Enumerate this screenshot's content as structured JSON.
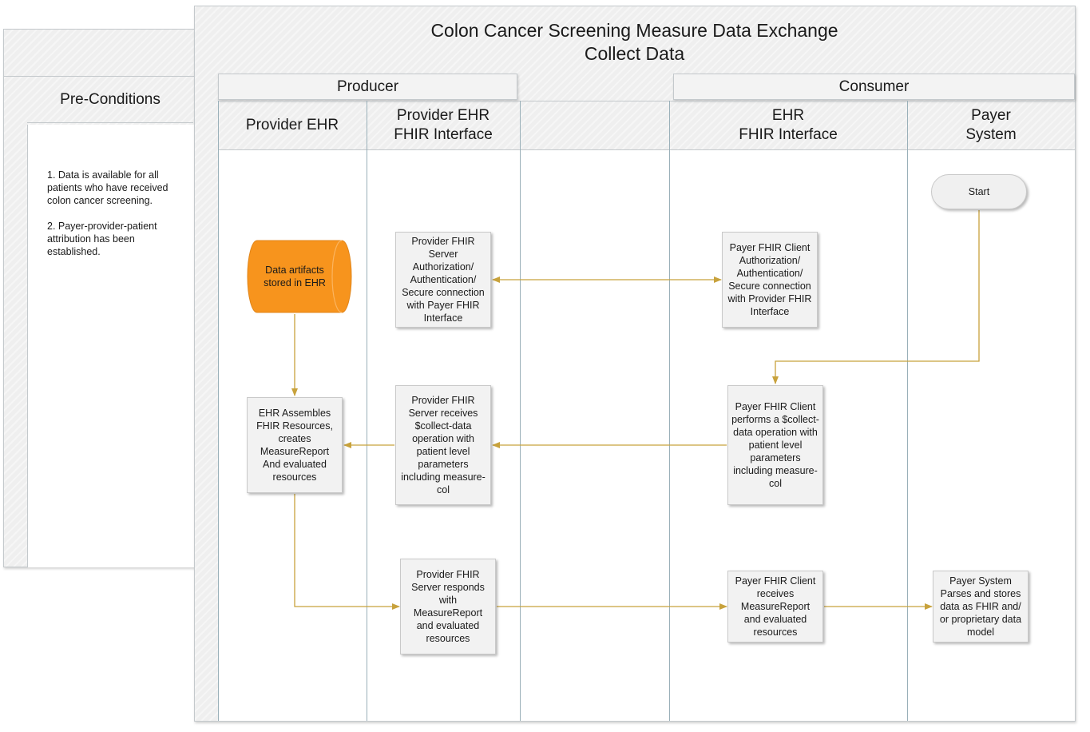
{
  "title_line1": "Colon Cancer Screening Measure Data Exchange",
  "title_line2": "Collect Data",
  "groups": {
    "producer": "Producer",
    "consumer": "Consumer"
  },
  "lanes": {
    "provider_ehr": "Provider EHR",
    "provider_ehr_fhir": "Provider EHR\nFHIR Interface",
    "empty": "",
    "ehr_fhir": "EHR\nFHIR Interface",
    "payer_system": "Payer\nSystem"
  },
  "preconditions": {
    "title": "Pre-Conditions",
    "text": "1. Data is available for all patients who have received colon cancer screening.\n\n2. Payer-provider-patient attribution has been established."
  },
  "nodes": {
    "start": "Start",
    "data_artifacts": "Data artifacts stored in EHR",
    "provider_auth": "Provider FHIR Server Authorization/ Authentication/ Secure connection with Payer FHIR Interface",
    "payer_auth": "Payer FHIR Client Authorization/ Authentication/ Secure connection with Provider FHIR Interface",
    "ehr_assembles": "EHR Assembles FHIR Resources, creates MeasureReport And evaluated resources",
    "provider_receives": "Provider FHIR Server receives $collect-data operation with patient level parameters including measure-col",
    "payer_performs": "Payer FHIR Client performs a $collect-data operation with patient level parameters including measure-col",
    "provider_responds": "Provider FHIR Server responds with MeasureReport and evaluated resources",
    "payer_receives": "Payer FHIR Client receives MeasureReport and evaluated resources",
    "payer_parses": "Payer System Parses and stores data as FHIR and/ or proprietary data model"
  },
  "colors": {
    "arrow": "#c8a23c",
    "cylinder": "#f7941d",
    "box_fill": "#f2f2f2",
    "panel_fill": "#efefef",
    "lane_line": "#9ab0b9"
  }
}
